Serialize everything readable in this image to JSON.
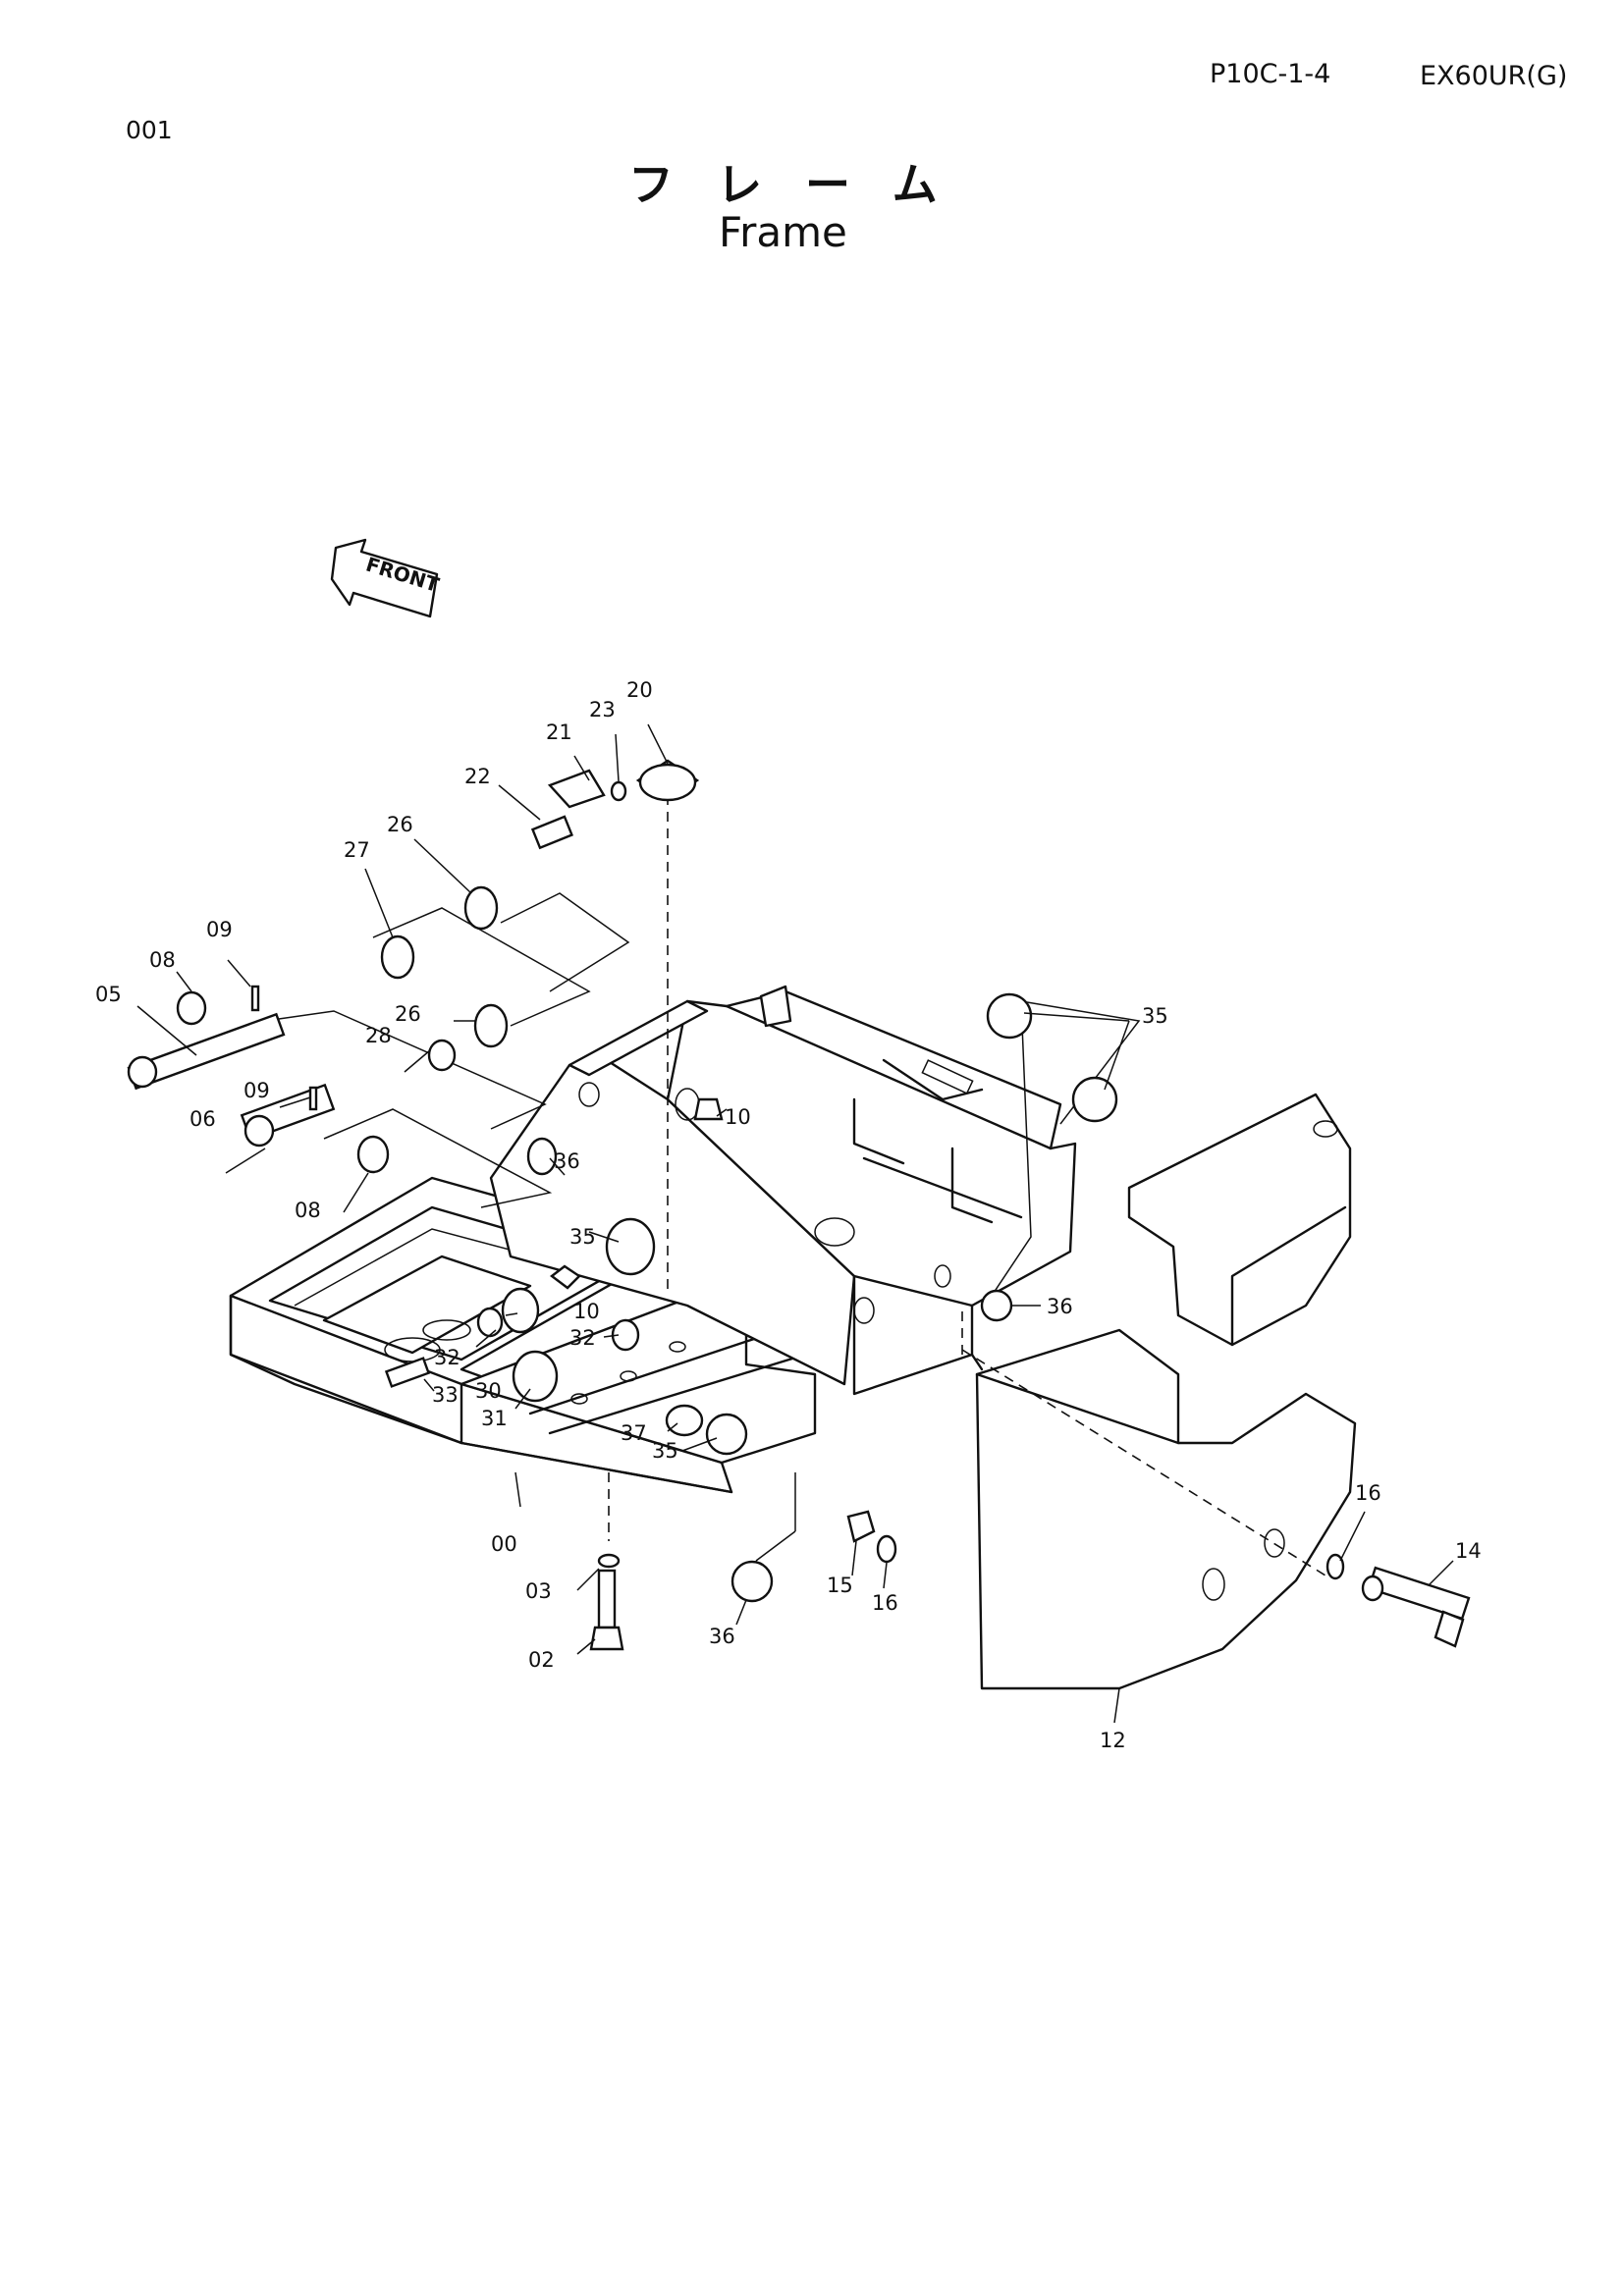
{
  "header": {
    "page_code": "P10C-1-4",
    "model": "EX60UR(G)",
    "page_number": "001"
  },
  "title": {
    "japanese": "フレーム",
    "english": "Frame"
  },
  "front_indicator": "FRONT",
  "callouts": {
    "c00": "00",
    "c02": "02",
    "c03": "03",
    "c05": "05",
    "c06": "06",
    "c08a": "08",
    "c08b": "08",
    "c09a": "09",
    "c09b": "09",
    "c10a": "10",
    "c10b": "10",
    "c12": "12",
    "c14": "14",
    "c15": "15",
    "c16a": "16",
    "c16b": "16",
    "c20": "20",
    "c21": "21",
    "c22": "22",
    "c23": "23",
    "c26a": "26",
    "c26b": "26",
    "c27": "27",
    "c28": "28",
    "c30": "30",
    "c31": "31",
    "c32a": "32",
    "c32b": "32",
    "c33": "33",
    "c35a": "35",
    "c35b": "35",
    "c35c": "35",
    "c36a": "36",
    "c36b": "36",
    "c36c": "36",
    "c37": "37"
  }
}
